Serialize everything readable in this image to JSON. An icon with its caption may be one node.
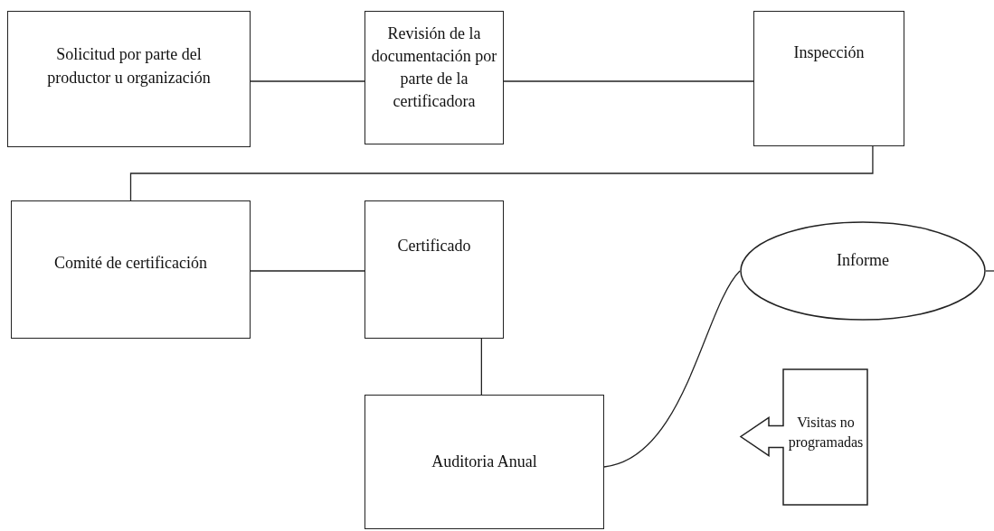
{
  "diagram": {
    "nodes": [
      {
        "text": [
          "Solicitud por parte del productor u organización"
        ]
      },
      {
        "text": [
          "Revisión de la documentación por parte de la certificadora"
        ]
      },
      {
        "text": [
          "Inspección"
        ]
      },
      {
        "text": [
          "Comité de certificación"
        ]
      },
      {
        "text": [
          "Certificado"
        ]
      },
      {
        "text": [
          "Auditoria Anual"
        ]
      },
      {
        "text": [
          "Informe"
        ]
      },
      {
        "text": [
          "Visitas no programadas"
        ]
      }
    ],
    "edges": [
      {
        "from": 0,
        "to": 1,
        "arrow": "none"
      },
      {
        "from": 1,
        "to": 2,
        "arrow": "none"
      },
      {
        "from": 2,
        "to": 3,
        "arrow": "none"
      },
      {
        "from": 3,
        "to": 4,
        "arrow": "none"
      },
      {
        "from": 4,
        "to": 5,
        "arrow": "none"
      },
      {
        "from": 5,
        "to": 6,
        "arrow": "none"
      },
      {
        "from": 6,
        "to": null,
        "arrow": "none"
      }
    ]
  }
}
